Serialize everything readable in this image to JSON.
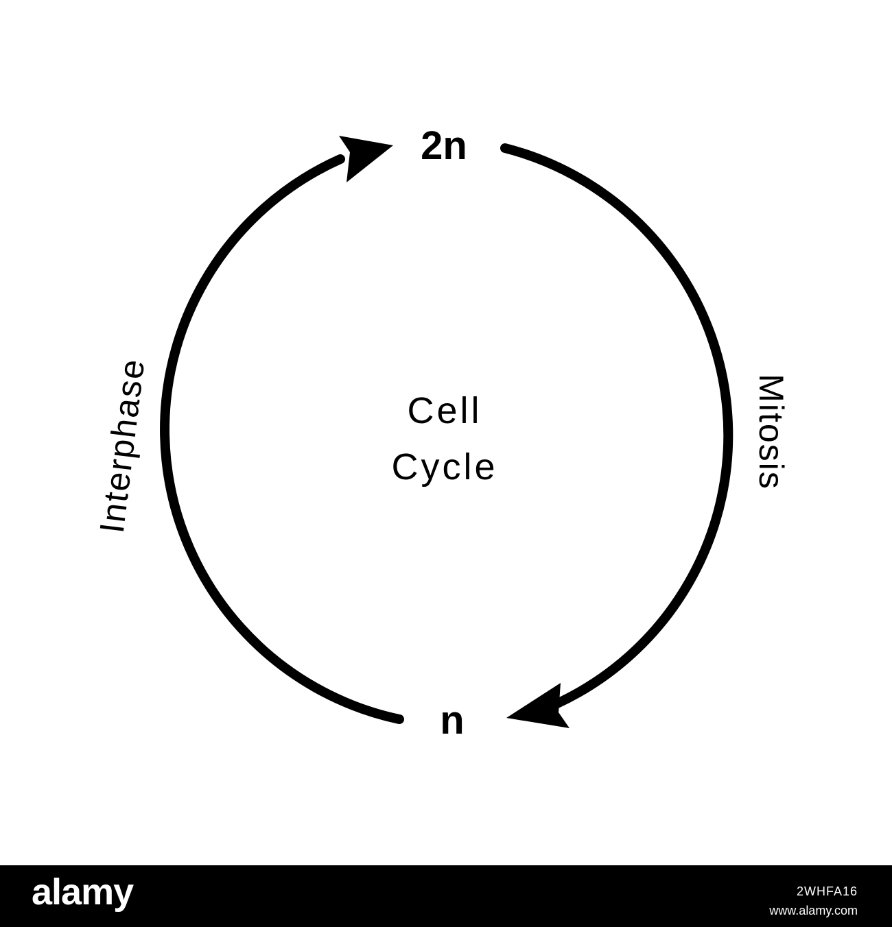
{
  "diagram": {
    "top_label": "2n",
    "bottom_label": "n",
    "left_label": "Interphase",
    "right_label": "Mitosis",
    "center_line1": "Cell",
    "center_line2": "Cycle",
    "stroke_color": "#000000"
  },
  "footer": {
    "logo": "alamy",
    "image_id": "2WHFA16",
    "url": "www.alamy.com"
  }
}
